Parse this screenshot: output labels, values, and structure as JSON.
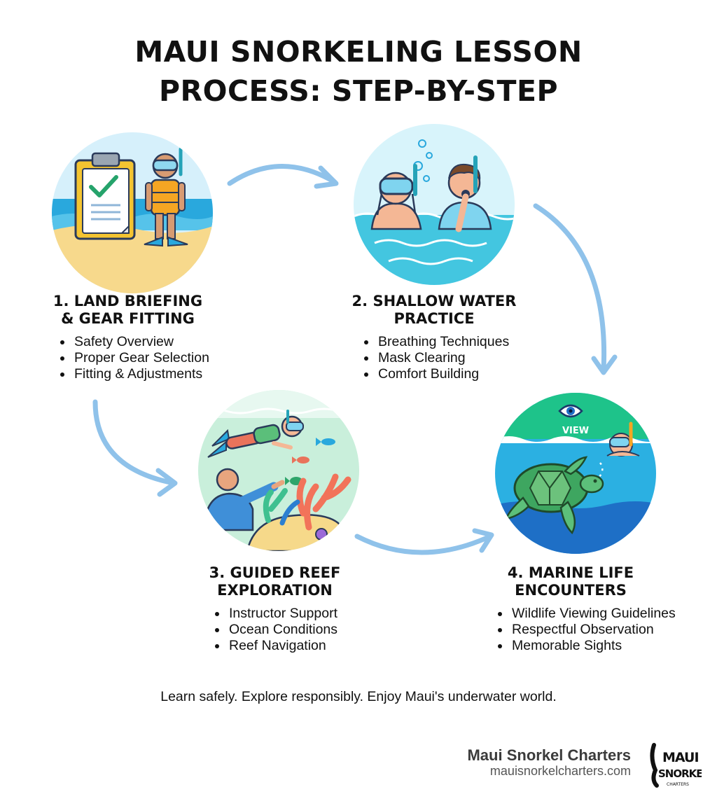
{
  "title": {
    "line1": "MAUI SNORKELING LESSON",
    "line2": "PROCESS: STEP-BY-STEP"
  },
  "steps": [
    {
      "title_line1": "1. LAND BRIEFING",
      "title_line2": "& GEAR FITTING",
      "bullets": [
        "Safety Overview",
        "Proper Gear Selection",
        "Fitting & Adjustments"
      ],
      "icon": "clipboard-checklist-snorkeler-icon"
    },
    {
      "title_line1": "2. SHALLOW WATER",
      "title_line2": "PRACTICE",
      "bullets": [
        "Breathing Techniques",
        "Mask Clearing",
        "Comfort Building"
      ],
      "icon": "snorkelers-in-shallow-water-icon"
    },
    {
      "title_line1": "3. GUIDED REEF",
      "title_line2": "EXPLORATION",
      "bullets": [
        "Instructor Support",
        "Ocean Conditions",
        "Reef Navigation"
      ],
      "icon": "diver-and-instructor-reef-icon"
    },
    {
      "title_line1": "4. MARINE LIFE",
      "title_line2": "ENCOUNTERS",
      "bullets": [
        "Wildlife Viewing Guidelines",
        "Respectful Observation",
        "Memorable Sights"
      ],
      "icon": "sea-turtle-observation-icon",
      "badge": "VIEW"
    }
  ],
  "tagline": "Learn safely. Explore responsibly. Enjoy Maui's underwater world.",
  "brand": {
    "name": "Maui Snorkel Charters",
    "url": "mauisnorkelcharters.com",
    "logo_text": "MAUI SNORKEL",
    "logo_subtext": "CHARTERS"
  },
  "colors": {
    "arrow": "#8fc2ea",
    "ocean": "#2aa7dc",
    "sand": "#f6d98a",
    "reef_green": "#b9e8cf",
    "deep_blue": "#1e6fc6"
  }
}
